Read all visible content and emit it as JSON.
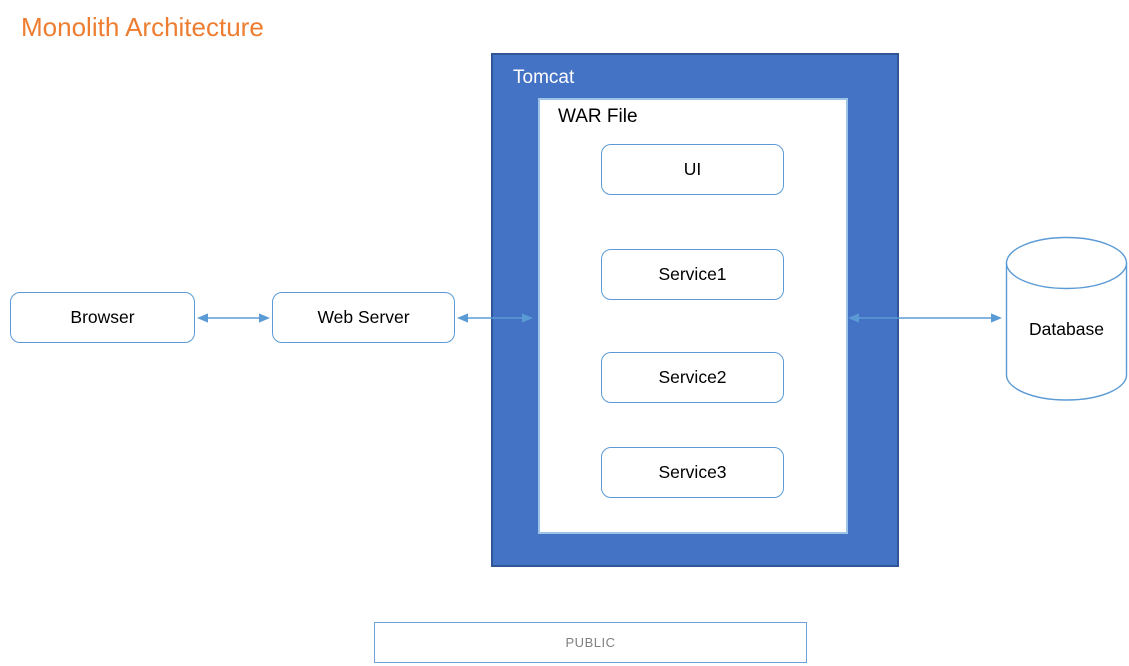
{
  "title": "Monolith Architecture",
  "diagram": {
    "browser": {
      "label": "Browser"
    },
    "web_server": {
      "label": "Web Server"
    },
    "tomcat": {
      "label": "Tomcat"
    },
    "war_file": {
      "label": "WAR File"
    },
    "components": [
      {
        "label": "UI"
      },
      {
        "label": "Service1"
      },
      {
        "label": "Service2"
      },
      {
        "label": "Service3"
      }
    ],
    "database": {
      "label": "Database"
    },
    "zone": {
      "label": "PUBLIC"
    }
  },
  "connections": [
    {
      "name": "browser-webserver-arrow",
      "from": "Browser",
      "to": "Web Server",
      "bidirectional": true
    },
    {
      "name": "webserver-tomcat-arrow",
      "from": "Web Server",
      "to": "Tomcat / WAR File",
      "bidirectional": true
    },
    {
      "name": "tomcat-database-arrow",
      "from": "Tomcat / WAR File",
      "to": "Database",
      "bidirectional": true
    }
  ],
  "colors": {
    "title": "#ED7D31",
    "tomcat_fill": "#4472C4",
    "tomcat_border": "#2E5597",
    "war_border": "#9DC3E6",
    "node_border": "#5B9BD5",
    "arrow": "#5B9BD5",
    "tomcat_label": "#FFFFFF",
    "node_text": "#000000",
    "public_text": "#808080"
  }
}
